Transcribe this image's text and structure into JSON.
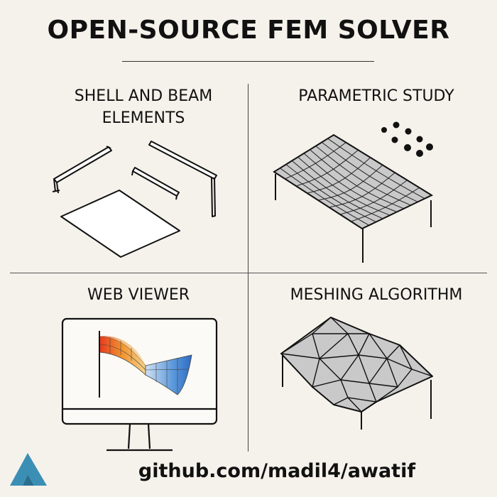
{
  "title": "OPEN-SOURCE FEM SOLVER",
  "panels": {
    "shell_beam": {
      "label_line1": "SHELL AND BEAM",
      "label_line2": "ELEMENTS"
    },
    "parametric": {
      "label": "PARAMETRIC STUDY"
    },
    "web_viewer": {
      "label": "WEB VIEWER"
    },
    "meshing": {
      "label": "MESHING ALGORITHM"
    }
  },
  "footer": {
    "url": "github.com/madil4/awatif"
  },
  "colors": {
    "background": "#f5f2eb",
    "mesh_fill": "#c9c9c9",
    "logo": "#3b8fb5",
    "contour_hot": "#e53a1e",
    "contour_cold": "#2f74c8"
  }
}
